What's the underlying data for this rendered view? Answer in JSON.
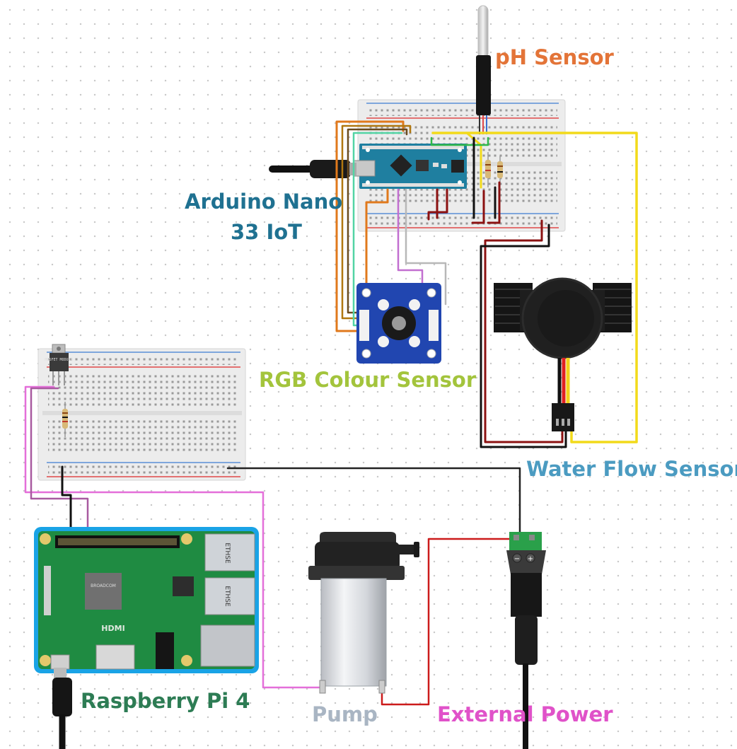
{
  "labels": {
    "ph_sensor": "pH Sensor",
    "arduino_line1": "Arduino Nano",
    "arduino_line2": "33 IoT",
    "rgb_sensor": "RGB Colour Sensor",
    "water_flow": "Water Flow Sensor",
    "raspberry_pi": "Raspberry Pi 4",
    "pump": "Pump",
    "external_power": "External Power"
  },
  "component_text": {
    "mosfet": "MOSFET MODULE",
    "hdmi": "HDMI",
    "ethernet_1": "ETHSE",
    "ethernet_2": "ETHSE",
    "broadcom": "BROADCOM",
    "dc_minus": "−",
    "dc_plus": "+"
  },
  "colors": {
    "ph": "#E37438",
    "arduino": "#1F7191",
    "rgb": "#A3C43C",
    "water_flow": "#4B9BC1",
    "raspberry_pi": "#2D7C54",
    "pump": "#A9B5C3",
    "external_power": "#E052C9"
  }
}
